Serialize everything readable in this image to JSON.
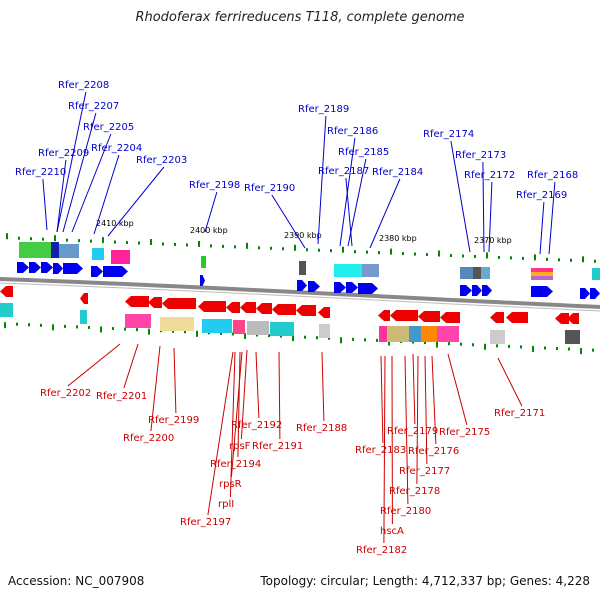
{
  "title": "Rhodoferax ferrireducens T118, complete genome",
  "footer": {
    "accession": "Accession: NC_007908",
    "summary": "Topology: circular; Length: 4,712,337 bp; Genes: 4,228"
  },
  "colors": {
    "forward_label": "#0000cc",
    "reverse_label": "#cc0000",
    "forward_gene": "#0000ee",
    "reverse_gene": "#ee0000",
    "backbone": "#888888",
    "tick": "#008800"
  },
  "scale_labels": [
    "2410 kbp",
    "2400 kbp",
    "2390 kbp",
    "2380 kbp",
    "2370 kbp"
  ],
  "forward_labels": [
    "Rfer_2208",
    "Rfer_2207",
    "Rfer_2205",
    "Rfer_2209",
    "Rfer_2204",
    "Rfer_2203",
    "Rfer_2210",
    "Rfer_2198",
    "Rfer_2190",
    "Rfer_2189",
    "Rfer_2186",
    "Rfer_2185",
    "Rfer_2187",
    "Rfer_2184",
    "Rfer_2174",
    "Rfer_2173",
    "Rfer_2172",
    "Rfer_2168",
    "Rfer_2169"
  ],
  "reverse_labels": [
    "Rfer_2202",
    "Rfer_2201",
    "Rfer_2199",
    "Rfer_2200",
    "Rfer_2192",
    "rpsF",
    "Rfer_2191",
    "Rfer_2194",
    "rpsR",
    "rplI",
    "Rfer_2197",
    "Rfer_2188",
    "Rfer_2179",
    "Rfer_2175",
    "Rfer_2183",
    "Rfer_2176",
    "Rfer_2177",
    "Rfer_2178",
    "Rfer_2180",
    "hscA",
    "Rfer_2182",
    "Rfer_2171"
  ]
}
